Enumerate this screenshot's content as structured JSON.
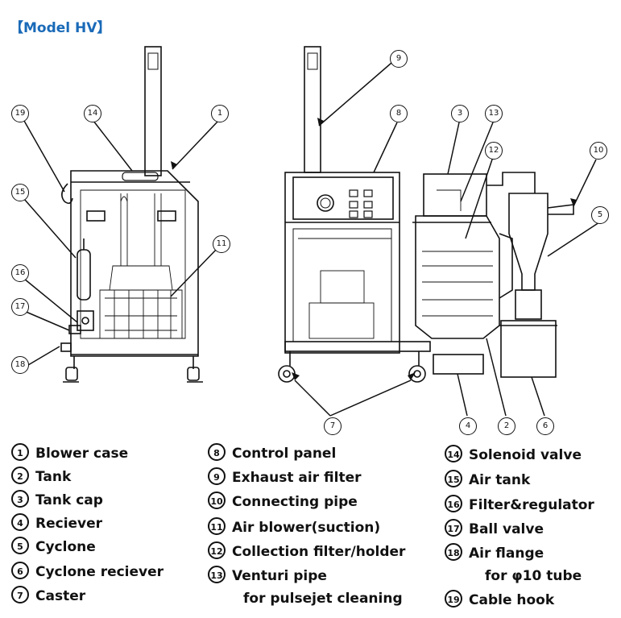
{
  "title": "【Model HV】",
  "callouts": [
    "1",
    "2",
    "3",
    "4",
    "5",
    "6",
    "7",
    "8",
    "9",
    "10",
    "11",
    "12",
    "13",
    "14",
    "15",
    "16",
    "17",
    "18",
    "19"
  ],
  "legend": {
    "col1": [
      {
        "num": "1",
        "text": "Blower case"
      },
      {
        "num": "2",
        "text": "Tank"
      },
      {
        "num": "3",
        "text": "Tank cap"
      },
      {
        "num": "4",
        "text": "Reciever"
      },
      {
        "num": "5",
        "text": "Cyclone"
      },
      {
        "num": "6",
        "text": "Cyclone reciever"
      },
      {
        "num": "7",
        "text": "Caster"
      }
    ],
    "col2": [
      {
        "num": "8",
        "text": "Control panel"
      },
      {
        "num": "9",
        "text": "Exhaust air filter"
      },
      {
        "num": "10",
        "text": "Connecting pipe"
      },
      {
        "num": "11",
        "text": "Air blower(suction)"
      },
      {
        "num": "12",
        "text": "Collection filter/holder"
      },
      {
        "num": "13",
        "text": "Venturi pipe"
      }
    ],
    "col2_cont": "for pulsejet cleaning",
    "col3": [
      {
        "num": "14",
        "text": "Solenoid valve"
      },
      {
        "num": "15",
        "text": "Air tank"
      },
      {
        "num": "16",
        "text": "Filter&regulator"
      },
      {
        "num": "17",
        "text": "Ball valve"
      },
      {
        "num": "18",
        "text": "Air flange"
      }
    ],
    "col3_cont": "for φ10  tube",
    "col3_last": {
      "num": "19",
      "text": "Cable hook"
    }
  }
}
